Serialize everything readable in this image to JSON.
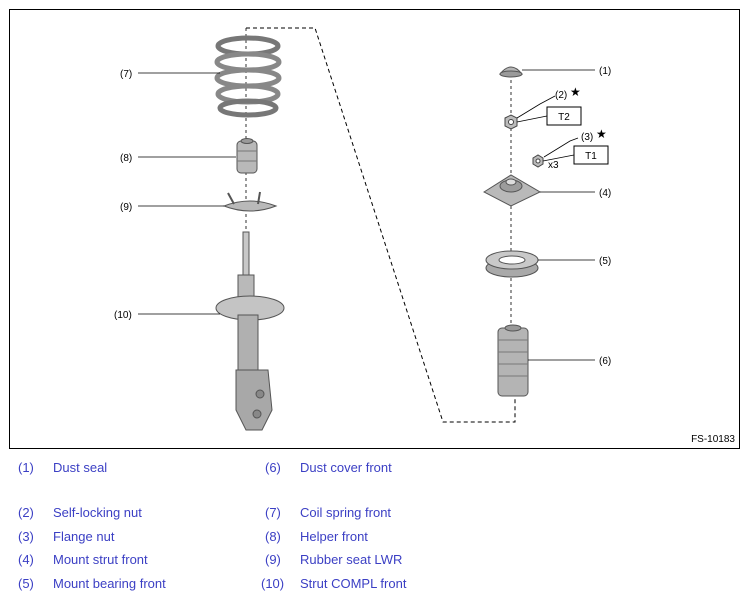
{
  "figure": {
    "id": "FS-10183",
    "callouts": {
      "c1": "(1)",
      "c2": "(2)",
      "c3": "(3)",
      "c4": "(4)",
      "c5": "(5)",
      "c6": "(6)",
      "c7": "(7)",
      "c8": "(8)",
      "c9": "(9)",
      "c10": "(10)"
    },
    "star": "★",
    "torque_t1": "T1",
    "torque_t2": "T2",
    "quantity_x3": "x3"
  },
  "legend": [
    {
      "num": "(1)",
      "label": "Dust seal"
    },
    {
      "num": "(2)",
      "label": "Self-locking nut"
    },
    {
      "num": "(3)",
      "label": "Flange nut"
    },
    {
      "num": "(4)",
      "label": "Mount strut front"
    },
    {
      "num": "(5)",
      "label": "Mount bearing front"
    },
    {
      "num": "(6)",
      "label": "Dust cover front"
    },
    {
      "num": "(7)",
      "label": "Coil spring front"
    },
    {
      "num": "(8)",
      "label": "Helper front"
    },
    {
      "num": "(9)",
      "label": "Rubber seat LWR"
    },
    {
      "num": "(10)",
      "label": "Strut COMPL front"
    }
  ],
  "colors": {
    "legend_text": "#3b3fc4",
    "part_fill": "#b9b9b9",
    "part_dark": "#8e8e8e",
    "outline": "#000000"
  }
}
